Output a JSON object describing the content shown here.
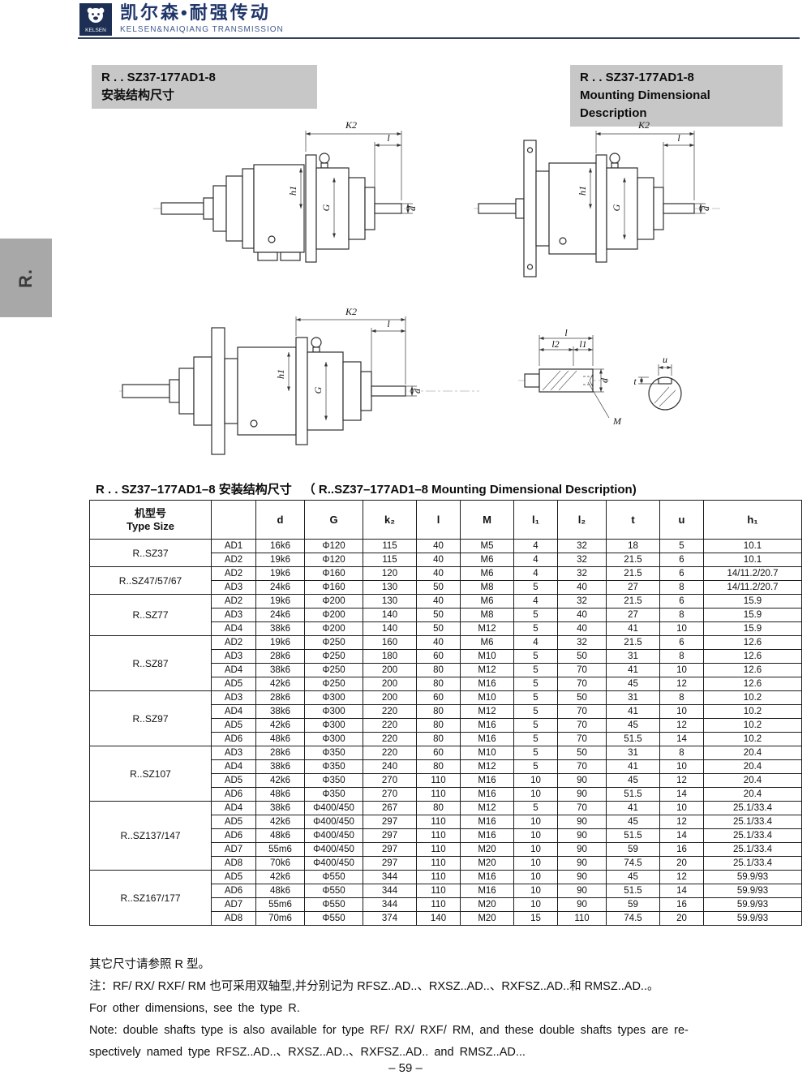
{
  "header": {
    "logo_text": "KELSEN",
    "brand": "凯尔森•耐强传动",
    "brand_sub": "KELSEN&NAIQIANG TRANSMISSION"
  },
  "side_tab": "R.",
  "titles": {
    "left_model": "R . . SZ37-177AD1-8",
    "left_sub": "安装结构尺寸",
    "right_model": "R . . SZ37-177AD1-8",
    "right_sub": "Mounting Dimensional Description"
  },
  "dim_labels": {
    "k2": "K2",
    "l": "l",
    "h1": "h1",
    "g": "G",
    "d": "d",
    "m": "M",
    "l1": "l1",
    "l2": "l2",
    "t": "t",
    "u": "u"
  },
  "table_title": {
    "cn": "R . . SZ37–177AD1–8 安装结构尺寸",
    "en": "（ R..SZ37–177AD1–8  Mounting  Dimensional  Description)"
  },
  "table": {
    "type_size_header": {
      "cn": "机型号",
      "en": "Type Size"
    },
    "col_headers": [
      "",
      "d",
      "G",
      "k₂",
      "l",
      "M",
      "l₁",
      "l₂",
      "t",
      "u",
      "h₁"
    ],
    "groups": [
      {
        "type": "R..SZ37",
        "rows": [
          [
            "AD1",
            "16k6",
            "Φ120",
            "115",
            "40",
            "M5",
            "4",
            "32",
            "18",
            "5",
            "10.1"
          ],
          [
            "AD2",
            "19k6",
            "Φ120",
            "115",
            "40",
            "M6",
            "4",
            "32",
            "21.5",
            "6",
            "10.1"
          ]
        ]
      },
      {
        "type": "R..SZ47/57/67",
        "rows": [
          [
            "AD2",
            "19k6",
            "Φ160",
            "120",
            "40",
            "M6",
            "4",
            "32",
            "21.5",
            "6",
            "14/11.2/20.7"
          ],
          [
            "AD3",
            "24k6",
            "Φ160",
            "130",
            "50",
            "M8",
            "5",
            "40",
            "27",
            "8",
            "14/11.2/20.7"
          ]
        ]
      },
      {
        "type": "R..SZ77",
        "rows": [
          [
            "AD2",
            "19k6",
            "Φ200",
            "130",
            "40",
            "M6",
            "4",
            "32",
            "21.5",
            "6",
            "15.9"
          ],
          [
            "AD3",
            "24k6",
            "Φ200",
            "140",
            "50",
            "M8",
            "5",
            "40",
            "27",
            "8",
            "15.9"
          ],
          [
            "AD4",
            "38k6",
            "Φ200",
            "140",
            "50",
            "M12",
            "5",
            "40",
            "41",
            "10",
            "15.9"
          ]
        ]
      },
      {
        "type": "R..SZ87",
        "rows": [
          [
            "AD2",
            "19k6",
            "Φ250",
            "160",
            "40",
            "M6",
            "4",
            "32",
            "21.5",
            "6",
            "12.6"
          ],
          [
            "AD3",
            "28k6",
            "Φ250",
            "180",
            "60",
            "M10",
            "5",
            "50",
            "31",
            "8",
            "12.6"
          ],
          [
            "AD4",
            "38k6",
            "Φ250",
            "200",
            "80",
            "M12",
            "5",
            "70",
            "41",
            "10",
            "12.6"
          ],
          [
            "AD5",
            "42k6",
            "Φ250",
            "200",
            "80",
            "M16",
            "5",
            "70",
            "45",
            "12",
            "12.6"
          ]
        ]
      },
      {
        "type": "R..SZ97",
        "rows": [
          [
            "AD3",
            "28k6",
            "Φ300",
            "200",
            "60",
            "M10",
            "5",
            "50",
            "31",
            "8",
            "10.2"
          ],
          [
            "AD4",
            "38k6",
            "Φ300",
            "220",
            "80",
            "M12",
            "5",
            "70",
            "41",
            "10",
            "10.2"
          ],
          [
            "AD5",
            "42k6",
            "Φ300",
            "220",
            "80",
            "M16",
            "5",
            "70",
            "45",
            "12",
            "10.2"
          ],
          [
            "AD6",
            "48k6",
            "Φ300",
            "220",
            "80",
            "M16",
            "5",
            "70",
            "51.5",
            "14",
            "10.2"
          ]
        ]
      },
      {
        "type": "R..SZ107",
        "rows": [
          [
            "AD3",
            "28k6",
            "Φ350",
            "220",
            "60",
            "M10",
            "5",
            "50",
            "31",
            "8",
            "20.4"
          ],
          [
            "AD4",
            "38k6",
            "Φ350",
            "240",
            "80",
            "M12",
            "5",
            "70",
            "41",
            "10",
            "20.4"
          ],
          [
            "AD5",
            "42k6",
            "Φ350",
            "270",
            "110",
            "M16",
            "10",
            "90",
            "45",
            "12",
            "20.4"
          ],
          [
            "AD6",
            "48k6",
            "Φ350",
            "270",
            "110",
            "M16",
            "10",
            "90",
            "51.5",
            "14",
            "20.4"
          ]
        ]
      },
      {
        "type": "R..SZ137/147",
        "rows": [
          [
            "AD4",
            "38k6",
            "Φ400/450",
            "267",
            "80",
            "M12",
            "5",
            "70",
            "41",
            "10",
            "25.1/33.4"
          ],
          [
            "AD5",
            "42k6",
            "Φ400/450",
            "297",
            "110",
            "M16",
            "10",
            "90",
            "45",
            "12",
            "25.1/33.4"
          ],
          [
            "AD6",
            "48k6",
            "Φ400/450",
            "297",
            "110",
            "M16",
            "10",
            "90",
            "51.5",
            "14",
            "25.1/33.4"
          ],
          [
            "AD7",
            "55m6",
            "Φ400/450",
            "297",
            "110",
            "M20",
            "10",
            "90",
            "59",
            "16",
            "25.1/33.4"
          ],
          [
            "AD8",
            "70k6",
            "Φ400/450",
            "297",
            "110",
            "M20",
            "10",
            "90",
            "74.5",
            "20",
            "25.1/33.4"
          ]
        ]
      },
      {
        "type": "R..SZ167/177",
        "rows": [
          [
            "AD5",
            "42k6",
            "Φ550",
            "344",
            "110",
            "M16",
            "10",
            "90",
            "45",
            "12",
            "59.9/93"
          ],
          [
            "AD6",
            "48k6",
            "Φ550",
            "344",
            "110",
            "M16",
            "10",
            "90",
            "51.5",
            "14",
            "59.9/93"
          ],
          [
            "AD7",
            "55m6",
            "Φ550",
            "344",
            "110",
            "M20",
            "10",
            "90",
            "59",
            "16",
            "59.9/93"
          ],
          [
            "AD8",
            "70m6",
            "Φ550",
            "374",
            "140",
            "M20",
            "15",
            "110",
            "74.5",
            "20",
            "59.9/93"
          ]
        ]
      }
    ]
  },
  "notes": {
    "cn1": "其它尺寸请参照  R 型。",
    "cn2": "注：RF/ RX/ RXF/ RM 也可采用双轴型,并分别记为  RFSZ..AD..、RXSZ..AD..、RXFSZ..AD..和  RMSZ..AD..。",
    "en1": "For other dimensions, see the type  R.",
    "en2": "Note:  double shafts type is also available for type  RF/ RX/ RXF/ RM,  and these double shafts types are re-",
    "en3": "spectively named type  RFSZ..AD..、RXSZ..AD..、RXFSZ..AD.. and  RMSZ..AD..."
  },
  "page_number": "– 59 –"
}
